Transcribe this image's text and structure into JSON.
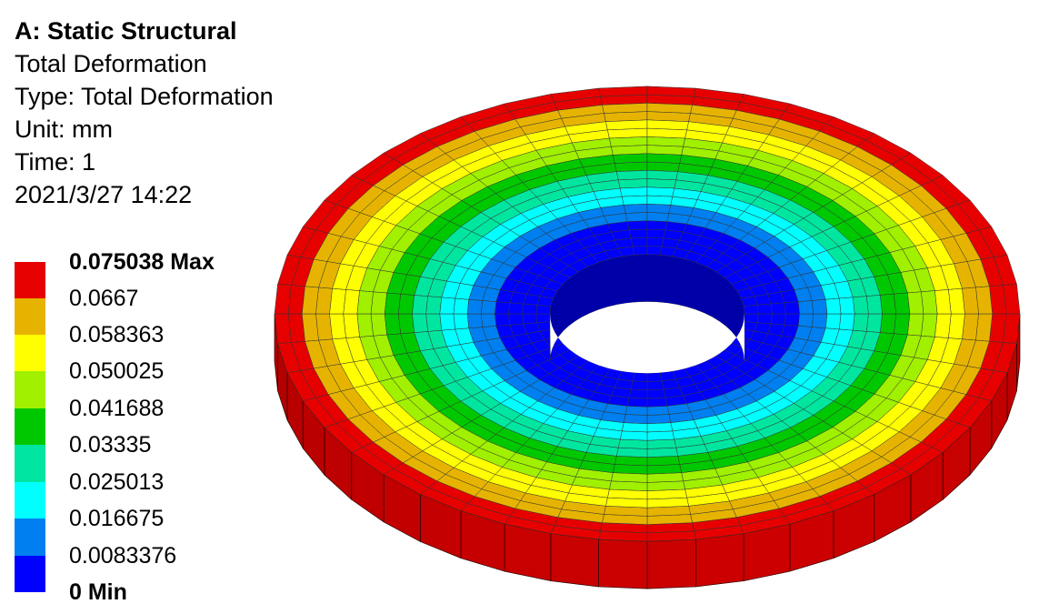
{
  "header": {
    "system": "A: Static Structural",
    "result": "Total Deformation",
    "type": "Type: Total Deformation",
    "unit": "Unit: mm",
    "time": "Time: 1",
    "date": "2021/3/27 14:22"
  },
  "legend": {
    "max_label": "0.075038 Max",
    "min_label": "0 Min",
    "levels": [
      "0.0667",
      "0.058363",
      "0.050025",
      "0.041688",
      "0.03335",
      "0.025013",
      "0.016675",
      "0.0083376"
    ],
    "colors": [
      "#0000ff",
      "#0080f0",
      "#00ffff",
      "#00e6a0",
      "#00c800",
      "#a0f000",
      "#ffff00",
      "#e6b400",
      "#e60000"
    ]
  },
  "view": {
    "edge_color": "#333333",
    "side_color": "#9e0000",
    "inner_wall_color": "#0000a8"
  }
}
